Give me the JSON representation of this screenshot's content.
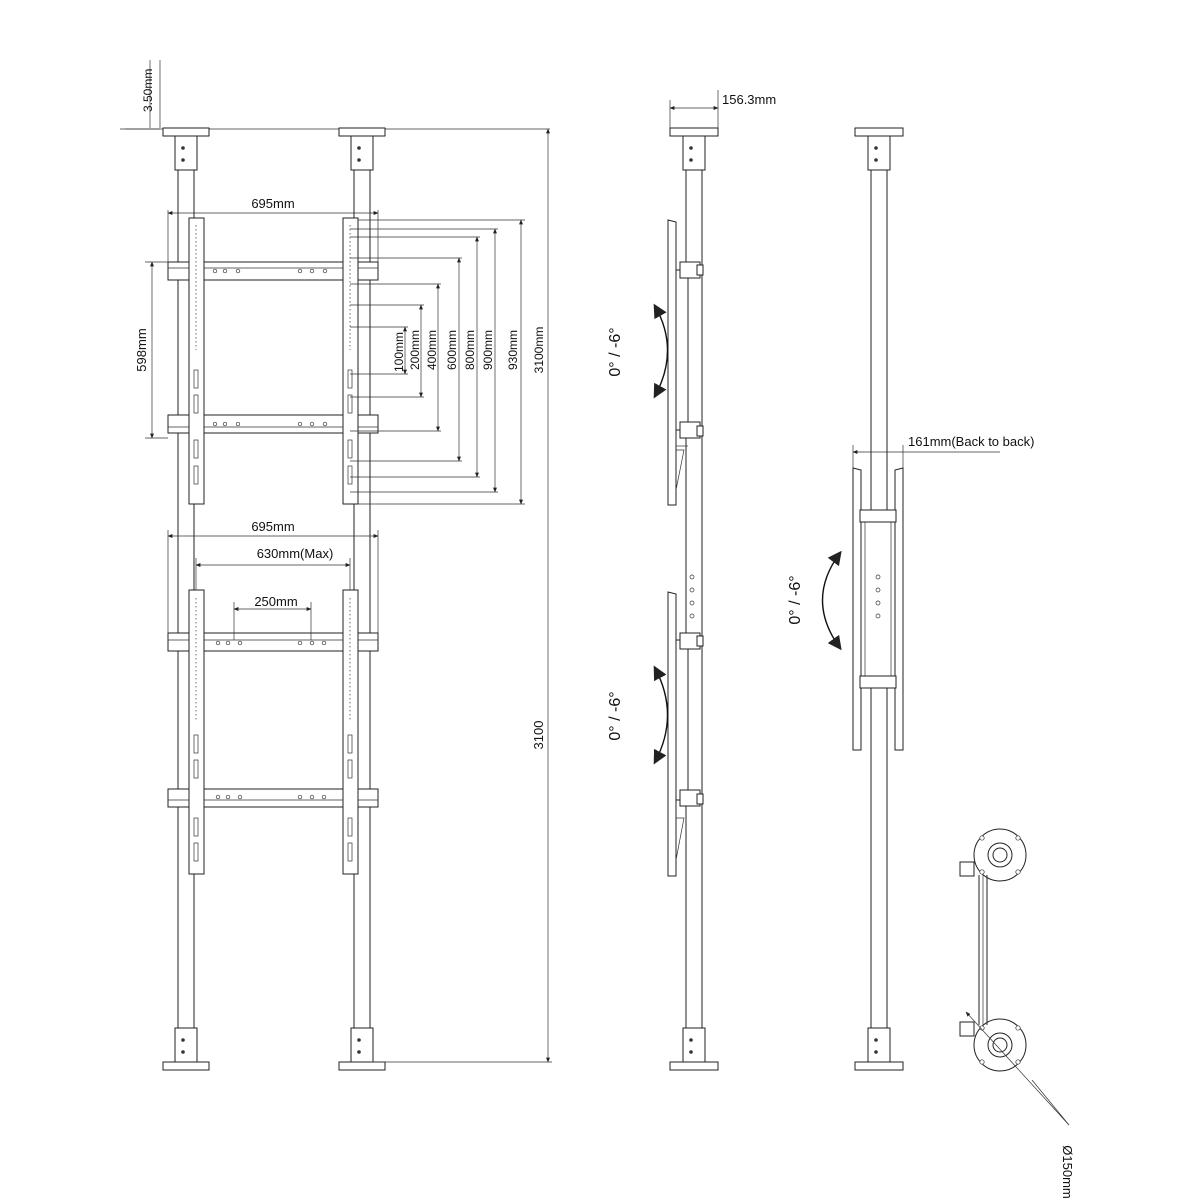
{
  "front_view": {
    "ceiling_offset": "3.50mm",
    "upper_bracket_width": "695mm",
    "upper_bracket_height": "598mm",
    "vesa_vertical": [
      "100mm",
      "200mm",
      "400mm",
      "600mm",
      "800mm",
      "900mm",
      "930mm"
    ],
    "total_height_mm": "3100mm",
    "lower_bracket_width": "695mm",
    "lower_max_width": "630mm(Max)",
    "lower_min_spacing": "250mm",
    "total_height": "3100"
  },
  "side_view": {
    "depth": "156.3mm",
    "tilt_upper": "0° / -6°",
    "tilt_lower": "0° / -6°"
  },
  "back_to_back_view": {
    "depth": "161mm(Back to back)",
    "tilt": "0° / -6°"
  },
  "base_plate": {
    "diameter": "Ø150mm"
  }
}
